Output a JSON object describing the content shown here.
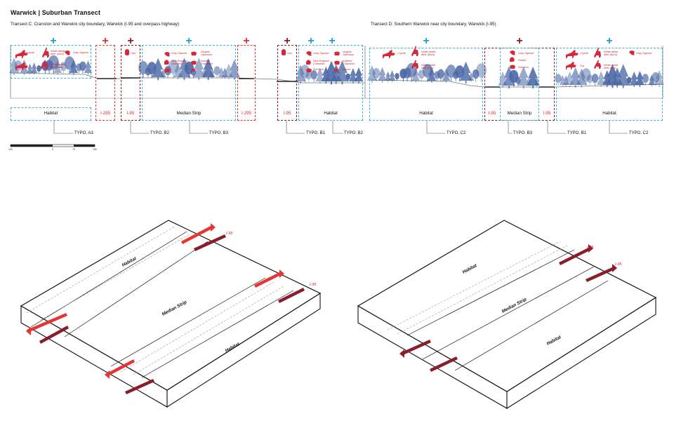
{
  "header": {
    "title": "Warwick | Suburban Transect"
  },
  "transect_c": {
    "subtitle": "Transect C: Cranston and Warwick city boundary, Warwick (I-95 and overpass highway)"
  },
  "transect_d": {
    "subtitle": "Transect D: Southern Warwick near city boundary, Warwick (I-95)"
  },
  "zones": {
    "habitat": "Habitat",
    "i295": "I-295",
    "i95": "I-95",
    "median": "Median Strip"
  },
  "typologies": {
    "a3": "TYPO. A3",
    "b1": "TYPO. B1",
    "b2": "TYPO. B2",
    "b3": "TYPO. B3",
    "c2": "TYPO. C2"
  },
  "animals": {
    "coyote": "Coyote",
    "deer": "White-tailed deer (buck)",
    "deer_doe": "White-tailed deer (doe)",
    "squirrel": "Gray Squirrel",
    "owl": "Owl",
    "opossum": "Virginia Opossum",
    "cottontail": "New England Cottontail",
    "chipmunk": "Eastern Chipmunk",
    "raccoon": "Raccoon",
    "mouse": "Mouse",
    "rabbit": "Rabbit",
    "fox": "Fox"
  },
  "scale": {
    "t0": "100",
    "t1": "0",
    "t2": "75",
    "t3": "150"
  },
  "axo": {
    "habitat": "Habitat",
    "median": "Median Strip",
    "i95": "I-95"
  },
  "colors": {
    "habitat": "#3fb0d6",
    "highway": "#e03a3a",
    "highway_dark": "#8a1d2b",
    "tree": "#2b4d96",
    "animal": "#c8283a"
  }
}
